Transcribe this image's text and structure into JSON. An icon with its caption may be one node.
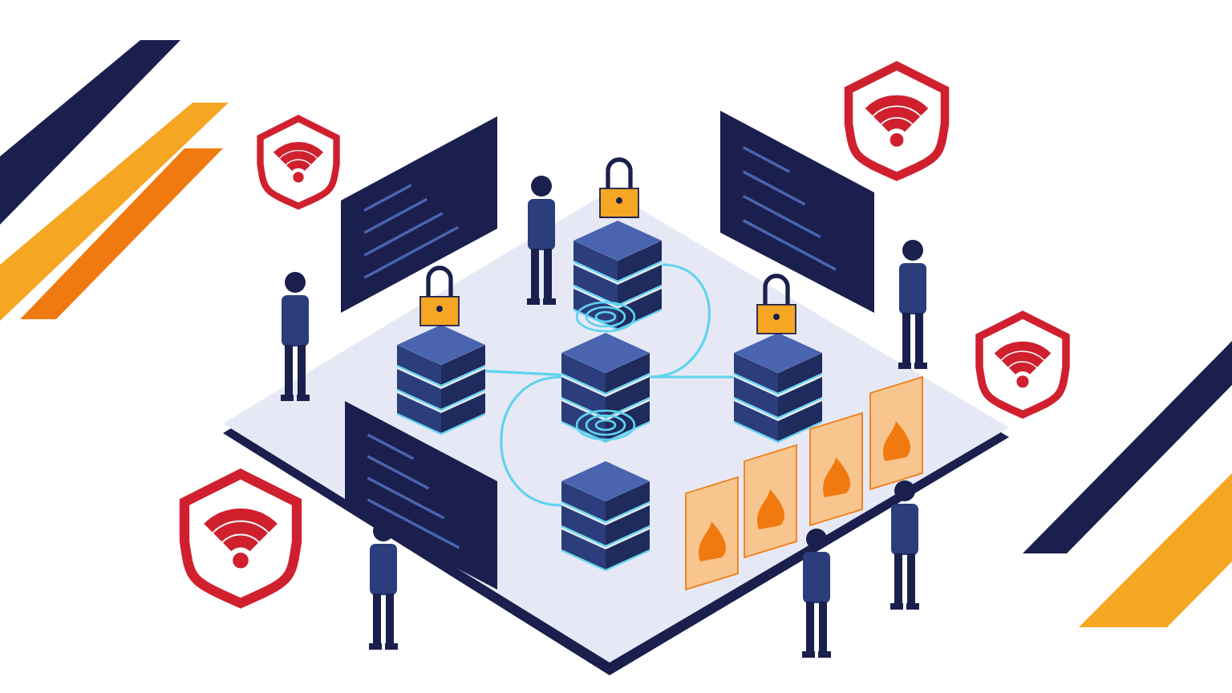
{
  "diagram": {
    "nodes": [
      {
        "text": [],
        "shape": "server"
      },
      {
        "text": [],
        "shape": "server"
      },
      {
        "text": [],
        "shape": "server"
      },
      {
        "text": [],
        "shape": "server"
      },
      {
        "text": [],
        "shape": "server"
      }
    ],
    "edges": [
      {
        "from": 1,
        "to": 2,
        "arrow": "none"
      },
      {
        "from": 2,
        "to": 3,
        "arrow": "none"
      },
      {
        "from": 0,
        "to": 2,
        "arrow": "none"
      },
      {
        "from": 2,
        "to": 4,
        "arrow": "none"
      }
    ]
  }
}
